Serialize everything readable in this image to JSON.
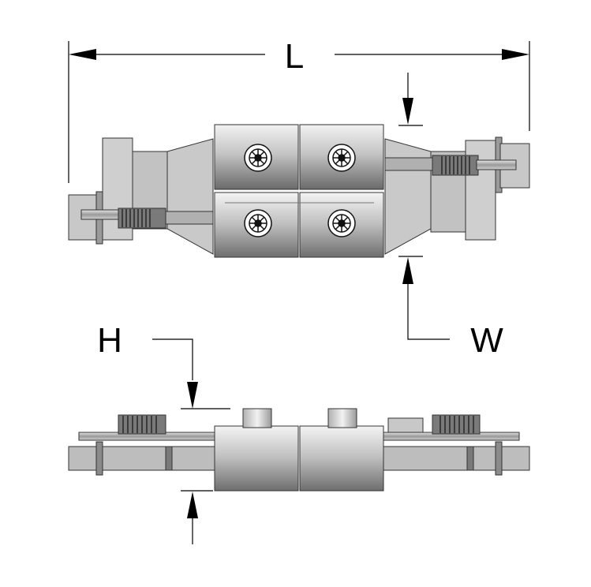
{
  "dimensions": {
    "length_label": "L",
    "width_label": "W",
    "height_label": "H"
  },
  "views": [
    {
      "view": "top"
    },
    {
      "view": "side"
    }
  ]
}
